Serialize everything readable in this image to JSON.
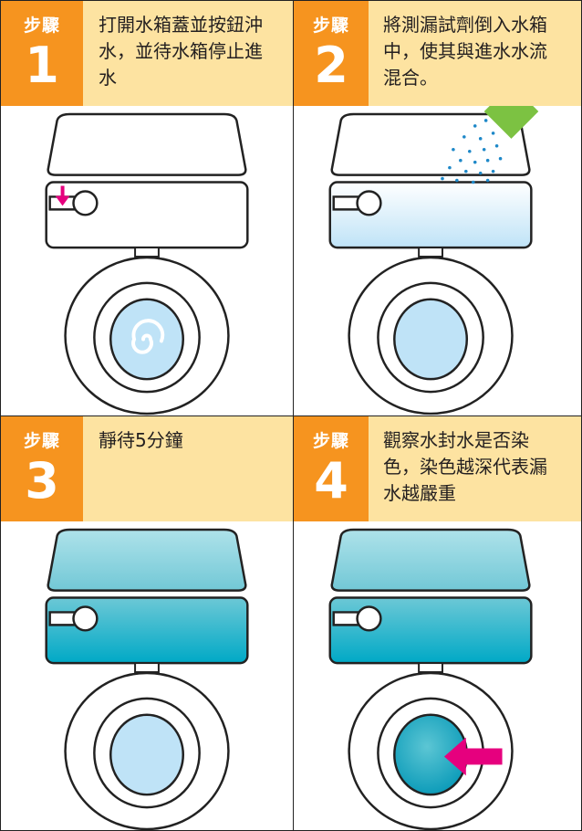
{
  "steps": [
    {
      "label": "步驟",
      "number": "1",
      "text": "打開水箱蓋並按鈕沖水，並待水箱停止進水"
    },
    {
      "label": "步驟",
      "number": "2",
      "text": "將測漏試劑倒入水箱中，使其與進水水流混合。"
    },
    {
      "label": "步驟",
      "number": "3",
      "text": "靜待5分鐘"
    },
    {
      "label": "步驟",
      "number": "4",
      "text": "觀察水封水是否染色，染色越深代表漏水越嚴重"
    }
  ],
  "colors": {
    "step_box": "#f6941f",
    "header_bg": "#fde3a1",
    "light_water": "#bfe3f7",
    "tank_water_top": "#8fd5df",
    "tank_water_bottom": "#00a9c6",
    "dye_drop": "#1e88c8",
    "dye_packet": "#7cc242",
    "arrow": "#e6007e"
  }
}
